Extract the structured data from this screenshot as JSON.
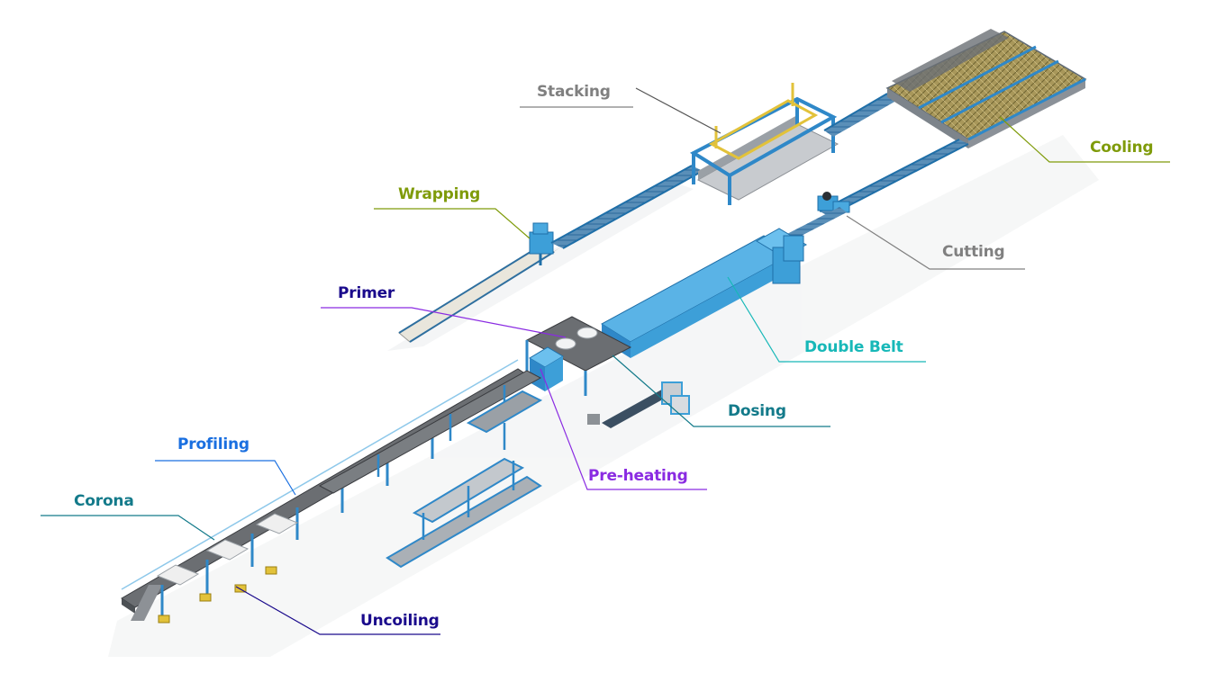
{
  "diagram": {
    "title": "Continuous sandwich panel production line",
    "labels": [
      {
        "id": "stacking",
        "text": "Stacking",
        "color": "#808080"
      },
      {
        "id": "cooling",
        "text": "Cooling",
        "color": "#7f9b0a"
      },
      {
        "id": "wrapping",
        "text": "Wrapping",
        "color": "#7f9b0a"
      },
      {
        "id": "cutting",
        "text": "Cutting",
        "color": "#808080"
      },
      {
        "id": "primer",
        "text": "Primer",
        "color": "#1a0a8c"
      },
      {
        "id": "double-belt",
        "text": "Double Belt",
        "color": "#17b8b8"
      },
      {
        "id": "dosing",
        "text": "Dosing",
        "color": "#137a8a"
      },
      {
        "id": "pre-heating",
        "text": "Pre-heating",
        "color": "#8a2be2"
      },
      {
        "id": "profiling",
        "text": "Profiling",
        "color": "#1a6fe0"
      },
      {
        "id": "corona",
        "text": "Corona",
        "color": "#137a8a"
      },
      {
        "id": "uncoiling",
        "text": "Uncoiling",
        "color": "#1a0a8c"
      }
    ],
    "colors": {
      "machine_blue": "#3d9fd8",
      "machine_blue_dark": "#1f6fa8",
      "floor_gray": "#6b6e72",
      "gantry_yellow": "#e2c23a",
      "panel_white": "#eef0f2",
      "cooling_gold": "#9b8a4a"
    }
  }
}
